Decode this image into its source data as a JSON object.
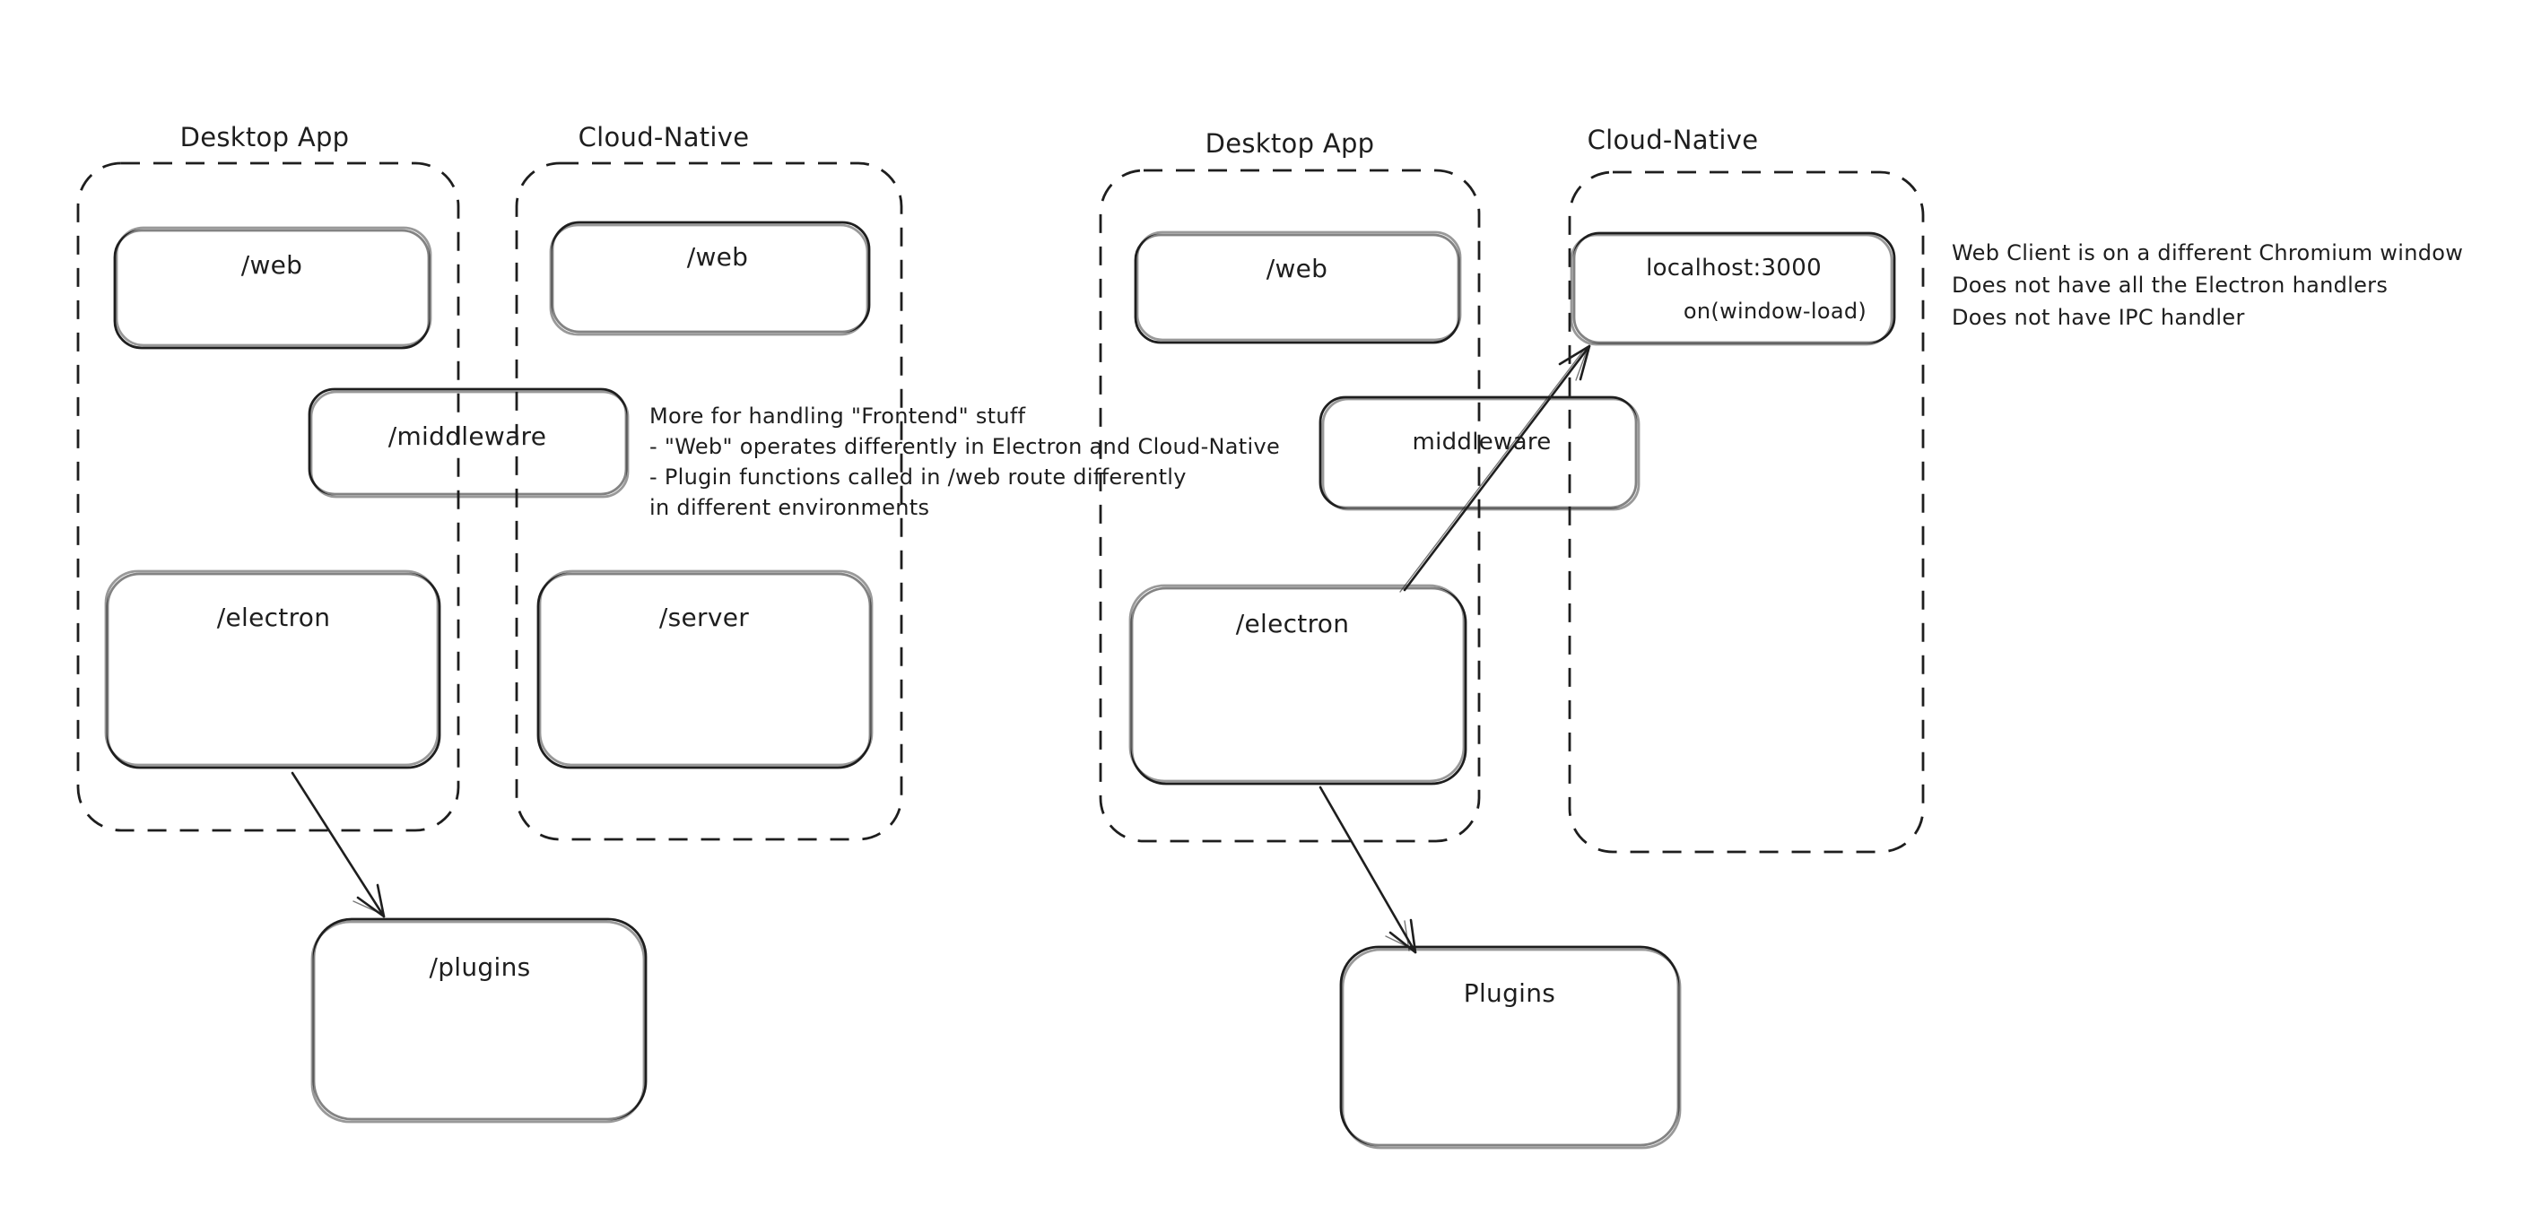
{
  "colors": {
    "ink": "#1e1e1e",
    "green": "#4a9e52",
    "red": "#d04136",
    "canvas": "#ffffff"
  },
  "left_diagram": {
    "desktop_app_label": "Desktop App",
    "cloud_native_label": "Cloud-Native",
    "web_desktop_label": "/web",
    "web_cloud_label": "/web",
    "middleware_label": "/middleware",
    "electron_label": "/electron",
    "server_label": "/server",
    "plugins_label": "/plugins",
    "note_lines": {
      "0": "More for handling \"Frontend\" stuff",
      "1": "- \"Web\" operates differently in Electron and Cloud-Native",
      "2": "- Plugin functions called in /web route differently",
      "3": "in different environments"
    }
  },
  "right_diagram": {
    "desktop_app_label": "Desktop App",
    "cloud_native_label": "Cloud-Native",
    "web_label": "/web",
    "localhost_label": "localhost:3000",
    "window_load_label": "on(window-load)",
    "middleware_label": "middleware",
    "electron_label": "/electron",
    "plugins_label": "Plugins",
    "note_lines": {
      "0": "Web Client is on a different Chromium window",
      "1": "Does not have all the Electron handlers",
      "2": "Does not have IPC handler"
    }
  }
}
